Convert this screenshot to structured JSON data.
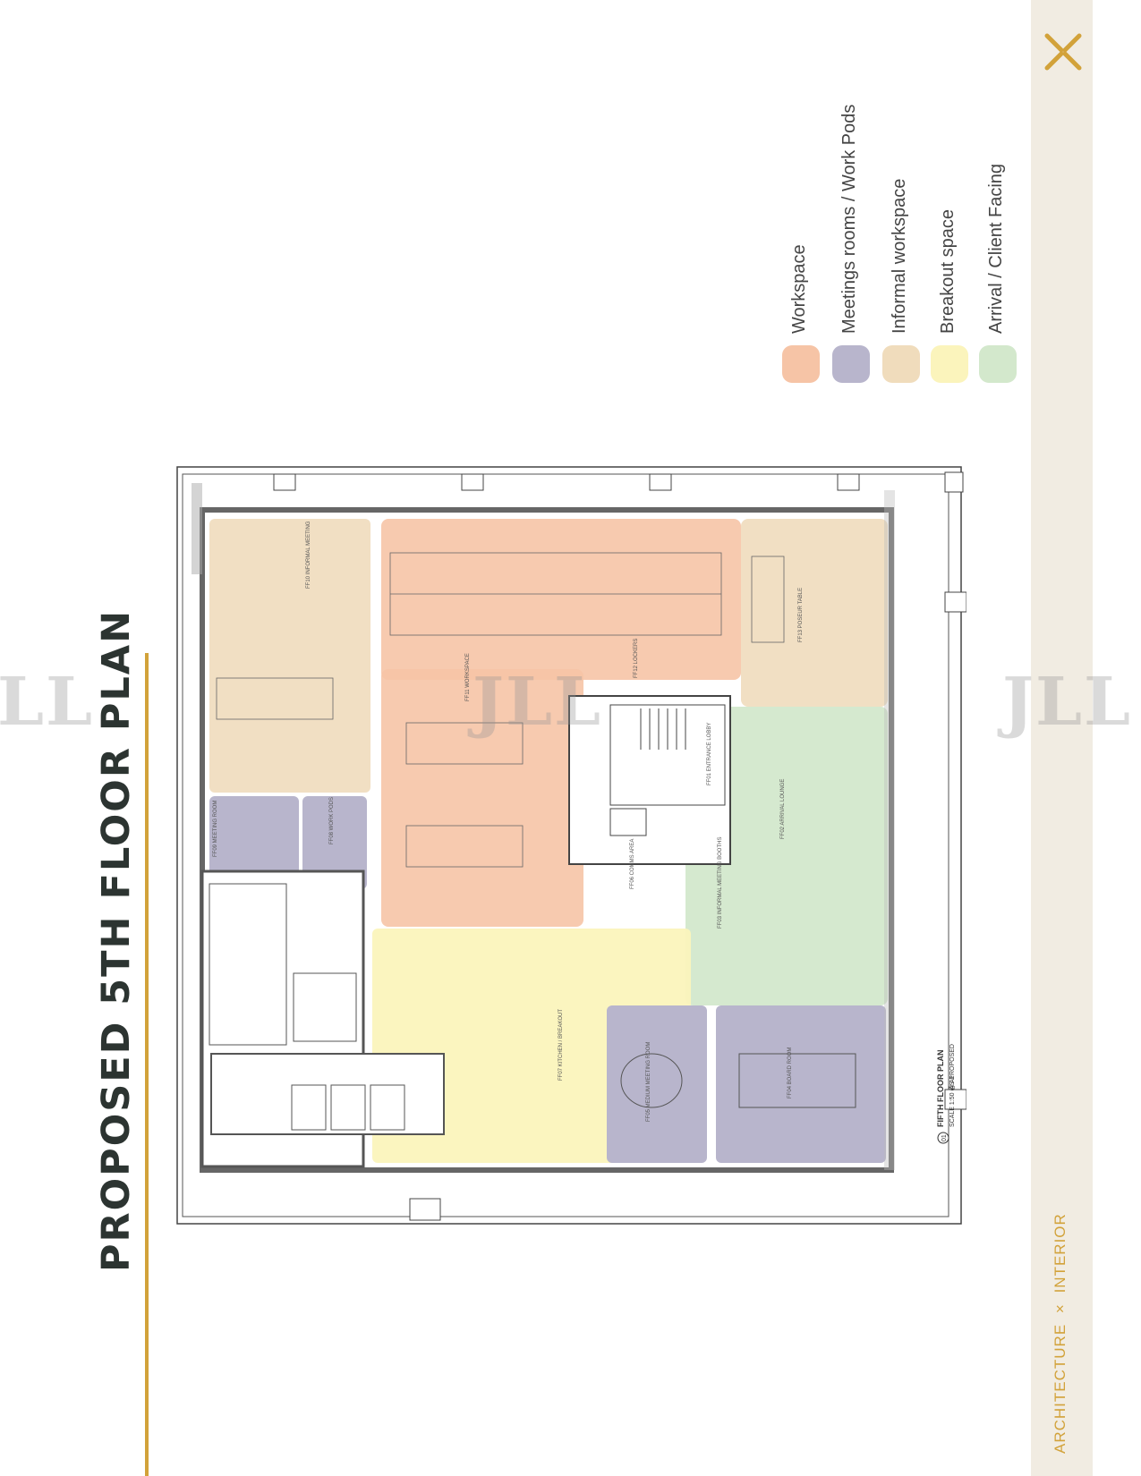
{
  "page": {
    "title": "PROPOSED 5TH FLOOR PLAN",
    "brand_left": "ARCHITECTURE",
    "brand_sep": "×",
    "brand_right": "INTERIOR",
    "watermark": "JLL"
  },
  "legend": [
    {
      "label": "Workspace",
      "color": "#f6c4a6"
    },
    {
      "label": "Meetings rooms / Work Pods",
      "color": "#b8b5cc"
    },
    {
      "label": "Informal workspace",
      "color": "#f0dcbc"
    },
    {
      "label": "Breakout space",
      "color": "#fbf4bc"
    },
    {
      "label": "Arrival / Client Facing",
      "color": "#d3e8cc"
    }
  ],
  "plan": {
    "rooms": {
      "ff01": "FF01 ENTRANCE LOBBY",
      "ff02": "FF02 ARRIVAL LOUNGE",
      "ff03": "FF03 INFORMAL MEETING BOOTHS",
      "ff04": "FF04 BOARD ROOM",
      "ff05": "FF05 MEDIUM MEETING ROOM",
      "ff06": "FF06 COMMS AREA",
      "ff07": "FF07 KITCHEN / BREAKOUT",
      "ff08": "FF08 WORK PODS",
      "ff09": "FF09 MEETING ROOM",
      "ff10": "FF10 INFORMAL MEETING",
      "ff11": "FF11 WORKSPACE",
      "ff12": "FF12 LOCKERS",
      "ff13": "FF13 POSEUR TABLE"
    },
    "drawing_title": "FIFTH FLOOR PLAN",
    "drawing_scale": "SCALE 1:50 @ A1",
    "drawing_status": "AS PROPOSED",
    "drawing_number": "01"
  }
}
